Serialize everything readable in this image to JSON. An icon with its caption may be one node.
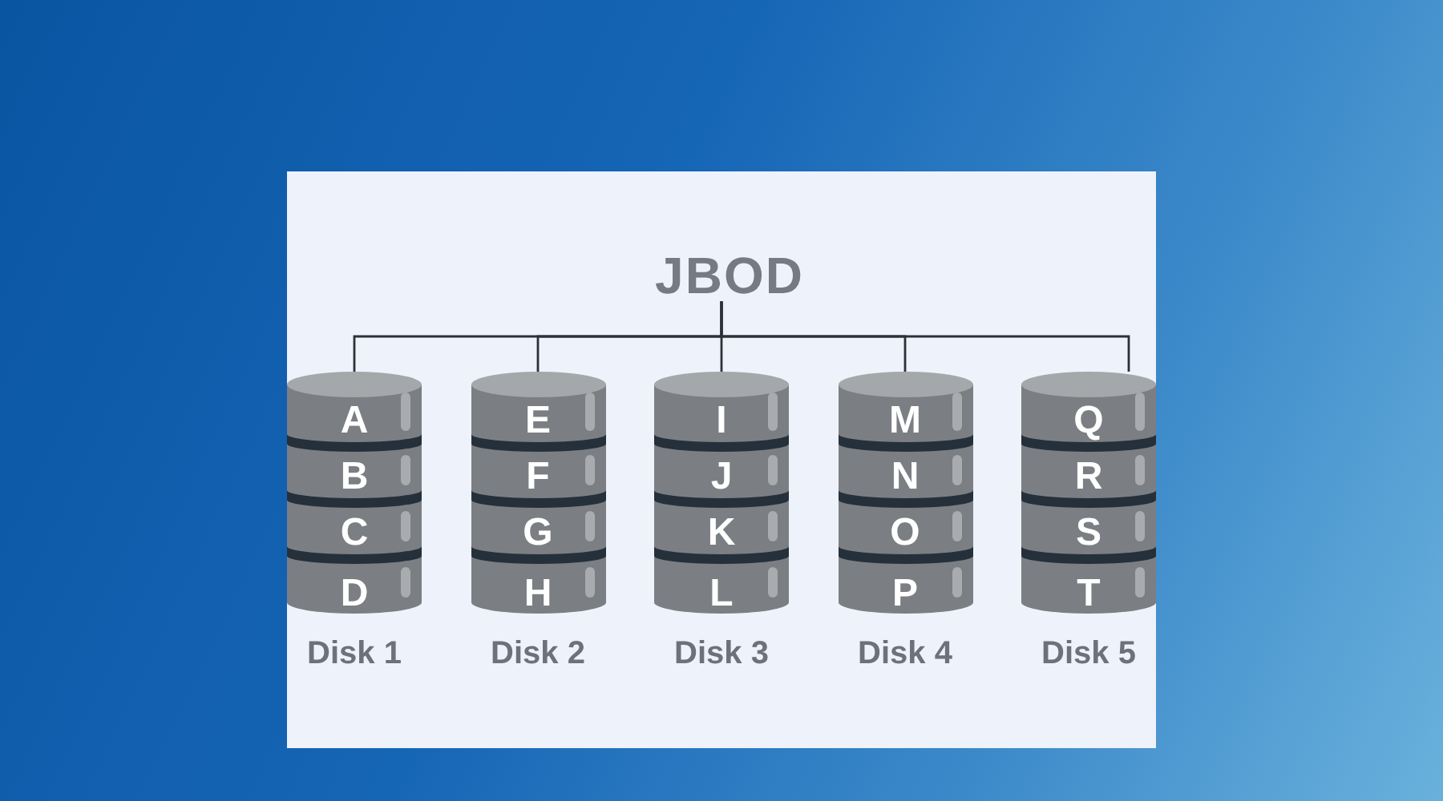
{
  "diagram": {
    "nodes": [
      {
        "text": [
          "JBOD"
        ]
      },
      {
        "text": [
          "Disk 1"
        ]
      },
      {
        "text": [
          "A"
        ],
        "in": 1
      },
      {
        "text": [
          "B"
        ],
        "in": 1
      },
      {
        "text": [
          "C"
        ],
        "in": 1
      },
      {
        "text": [
          "D"
        ],
        "in": 1
      },
      {
        "text": [
          "Disk 2"
        ]
      },
      {
        "text": [
          "E"
        ],
        "in": 6
      },
      {
        "text": [
          "F"
        ],
        "in": 6
      },
      {
        "text": [
          "G"
        ],
        "in": 6
      },
      {
        "text": [
          "H"
        ],
        "in": 6
      },
      {
        "text": [
          "Disk 3"
        ]
      },
      {
        "text": [
          "I"
        ],
        "in": 11
      },
      {
        "text": [
          "J"
        ],
        "in": 11
      },
      {
        "text": [
          "K"
        ],
        "in": 11
      },
      {
        "text": [
          "L"
        ],
        "in": 11
      },
      {
        "text": [
          "Disk 4"
        ]
      },
      {
        "text": [
          "M"
        ],
        "in": 16
      },
      {
        "text": [
          "N"
        ],
        "in": 16
      },
      {
        "text": [
          "O"
        ],
        "in": 16
      },
      {
        "text": [
          "P"
        ],
        "in": 16
      },
      {
        "text": [
          "Disk 5"
        ]
      },
      {
        "text": [
          "Q"
        ],
        "in": 21
      },
      {
        "text": [
          "R"
        ],
        "in": 21
      },
      {
        "text": [
          "S"
        ],
        "in": 21
      },
      {
        "text": [
          "T"
        ],
        "in": 21
      }
    ],
    "edges": [
      {
        "from": 0,
        "to": 1,
        "arrow": "none"
      },
      {
        "from": 0,
        "to": 6,
        "arrow": "none"
      },
      {
        "from": 0,
        "to": 11,
        "arrow": "none"
      },
      {
        "from": 0,
        "to": 16,
        "arrow": "none"
      },
      {
        "from": 0,
        "to": 21,
        "arrow": "none"
      }
    ]
  }
}
